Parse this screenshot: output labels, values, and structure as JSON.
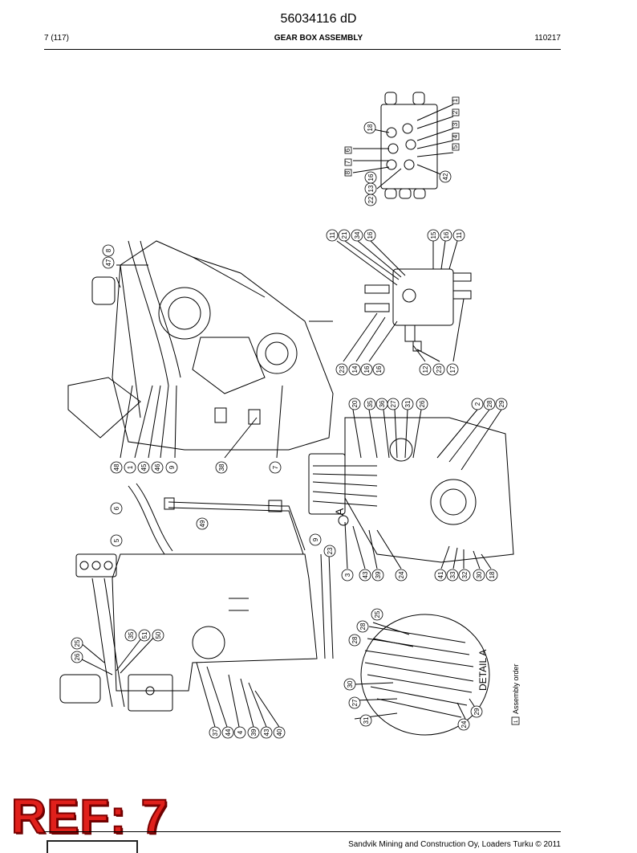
{
  "header": {
    "doc_number": "56034116 dD",
    "page": "7 (117)",
    "title": "GEAR BOX ASSEMBLY",
    "date": "110217"
  },
  "drawing": {
    "detail_title": "DETAIL A",
    "detail_marker": "A",
    "legend_box": "1",
    "legend_text": "Assembly order",
    "callouts": {
      "valve_top": [
        "18",
        "42",
        "22",
        "13",
        "16",
        "1",
        "2",
        "3",
        "4",
        "5",
        "6",
        "7",
        "8"
      ],
      "block_mid": [
        "11",
        "21",
        "34",
        "16",
        "15",
        "16",
        "11",
        "23",
        "14",
        "16",
        "16",
        "12",
        "23",
        "17"
      ],
      "gearbox_left": [
        "8",
        "47",
        "48",
        "1",
        "45",
        "46",
        "9",
        "38",
        "7"
      ],
      "gearbox_right": [
        "20",
        "35",
        "36",
        "27",
        "31",
        "26",
        "2",
        "28",
        "29",
        "3",
        "43",
        "39",
        "24",
        "41",
        "33",
        "32",
        "30",
        "18"
      ],
      "hoses": [
        "6",
        "5",
        "49",
        "9",
        "23"
      ],
      "bottom_left": [
        "26",
        "25",
        "35",
        "51",
        "50",
        "37",
        "44",
        "4",
        "39",
        "43",
        "40"
      ],
      "detail_a": [
        "25",
        "28",
        "28",
        "30",
        "27",
        "31",
        "29",
        "24"
      ]
    }
  },
  "stamp": "REF: 7",
  "footer": {
    "copyright": "Sandvik Mining and Construction Oy, Loaders Turku © 2011"
  }
}
